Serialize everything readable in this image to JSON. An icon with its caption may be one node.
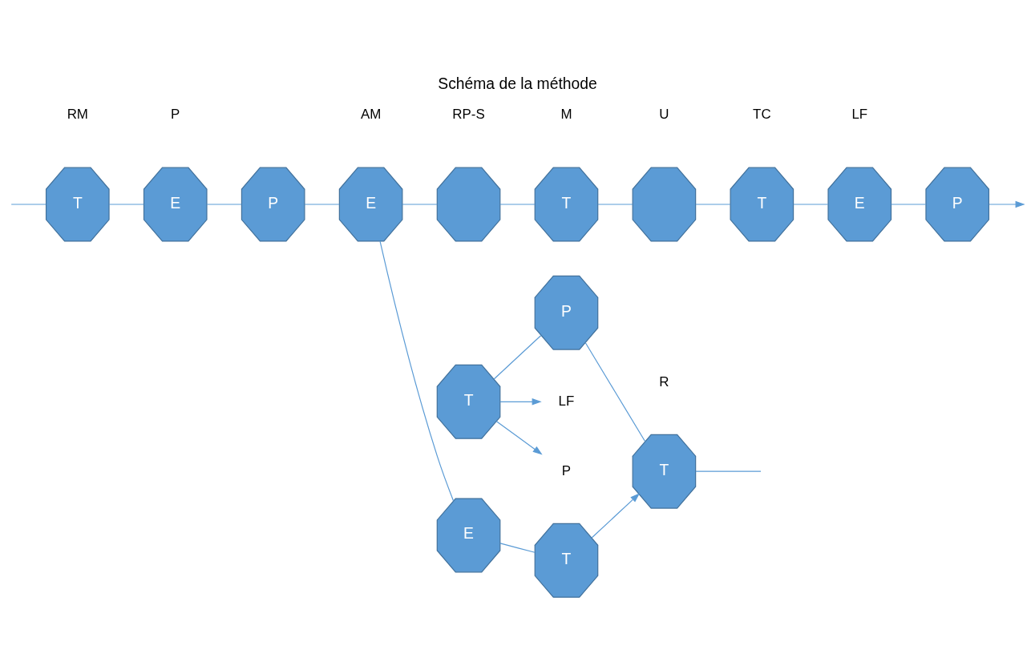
{
  "diagram": {
    "title": "Schéma de la méthode",
    "nodes": [
      {
        "text": [
          "T"
        ],
        "beside": [
          "RM"
        ]
      },
      {
        "text": [
          "E"
        ],
        "beside": [
          "P"
        ]
      },
      {
        "text": [
          "P"
        ]
      },
      {
        "text": [
          "E"
        ],
        "beside": [
          "AM"
        ]
      },
      {
        "text": [],
        "shape": "octagon",
        "beside": [
          "RP-S"
        ]
      },
      {
        "text": [
          "T"
        ],
        "beside": [
          "M"
        ]
      },
      {
        "text": [],
        "shape": "octagon",
        "beside": [
          "U"
        ]
      },
      {
        "text": [
          "T"
        ],
        "beside": [
          "TC"
        ]
      },
      {
        "text": [
          "E"
        ],
        "beside": [
          "LF"
        ]
      },
      {
        "text": [
          "P"
        ]
      },
      {
        "text": [
          "E"
        ]
      },
      {
        "text": [
          "T"
        ]
      },
      {
        "text": [
          "T"
        ],
        "beside": [
          "R"
        ]
      },
      {
        "text": [
          "P"
        ]
      },
      {
        "text": [
          "T"
        ]
      },
      {
        "text": [
          "LF"
        ]
      },
      {
        "text": [
          "P"
        ]
      }
    ],
    "edges": [
      {
        "from": null,
        "to": 0,
        "arrow": "none"
      },
      {
        "from": 0,
        "to": 1,
        "arrow": "none"
      },
      {
        "from": 1,
        "to": 2,
        "arrow": "none"
      },
      {
        "from": 2,
        "to": 3,
        "arrow": "none"
      },
      {
        "from": 3,
        "to": 4,
        "arrow": "none"
      },
      {
        "from": 4,
        "to": 5,
        "arrow": "none"
      },
      {
        "from": 5,
        "to": 6,
        "arrow": "none"
      },
      {
        "from": 6,
        "to": 7,
        "arrow": "none"
      },
      {
        "from": 7,
        "to": 8,
        "arrow": "none"
      },
      {
        "from": 8,
        "to": 9,
        "arrow": "none"
      },
      {
        "from": 9,
        "to": null,
        "arrow": "to"
      },
      {
        "from": 3,
        "to": 10,
        "arrow": "none"
      },
      {
        "from": 10,
        "to": 11,
        "arrow": "none"
      },
      {
        "from": 11,
        "to": 12,
        "arrow": "to"
      },
      {
        "from": 12,
        "to": null,
        "arrow": "none"
      },
      {
        "from": 13,
        "to": 12,
        "arrow": "none"
      },
      {
        "from": 14,
        "to": 13,
        "arrow": "none"
      },
      {
        "from": 14,
        "to": 16,
        "arrow": "to"
      },
      {
        "from": 14,
        "to": 15,
        "arrow": "to"
      }
    ]
  }
}
